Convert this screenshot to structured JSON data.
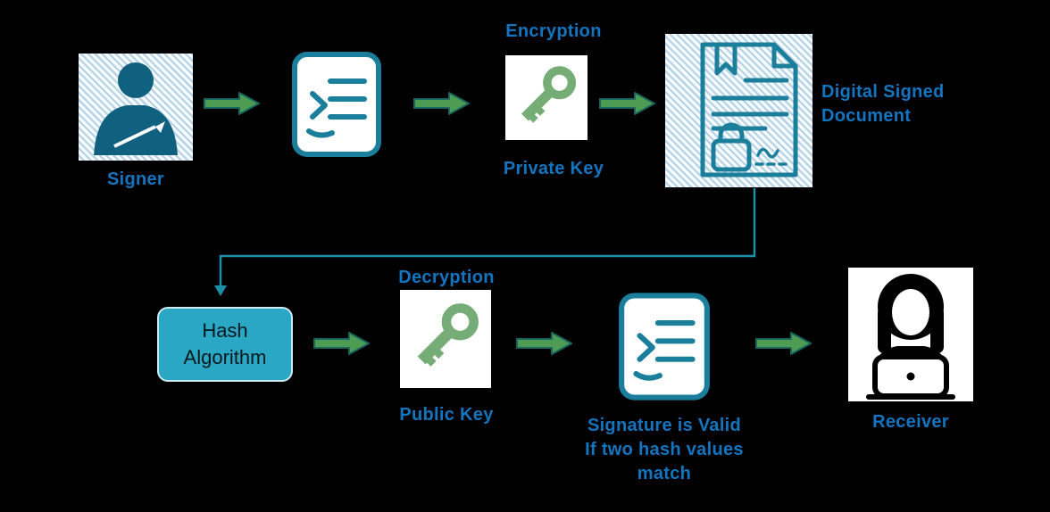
{
  "colors": {
    "background": "#000000",
    "label_blue": "#1375C0",
    "arrow_green": "#4E9B53",
    "arrow_outline": "#17675F",
    "doc_teal": "#1B7F9C",
    "key_green": "#76AC76",
    "hash_box_fill": "#2AA7C4",
    "connector_teal": "#1D8FA8"
  },
  "icons": {
    "signer": "person-writing-icon",
    "document": "code-document-icon",
    "key": "key-icon",
    "signed_document": "signed-document-lock-icon",
    "receiver": "woman-laptop-icon",
    "arrow": "flow-arrow-icon"
  },
  "top_row": {
    "signer_label": "Signer",
    "encryption_title": "Encryption",
    "private_key_label": "Private Key",
    "signed_doc_line1": "Digital Signed",
    "signed_doc_line2": "Document"
  },
  "bottom_row": {
    "hash_line1": "Hash",
    "hash_line2": "Algorithm",
    "decryption_title": "Decryption",
    "public_key_label": "Public Key",
    "valid_line1": "Signature is Valid",
    "valid_line2": "If two hash values",
    "valid_line3": "match",
    "receiver_label": "Receiver"
  }
}
